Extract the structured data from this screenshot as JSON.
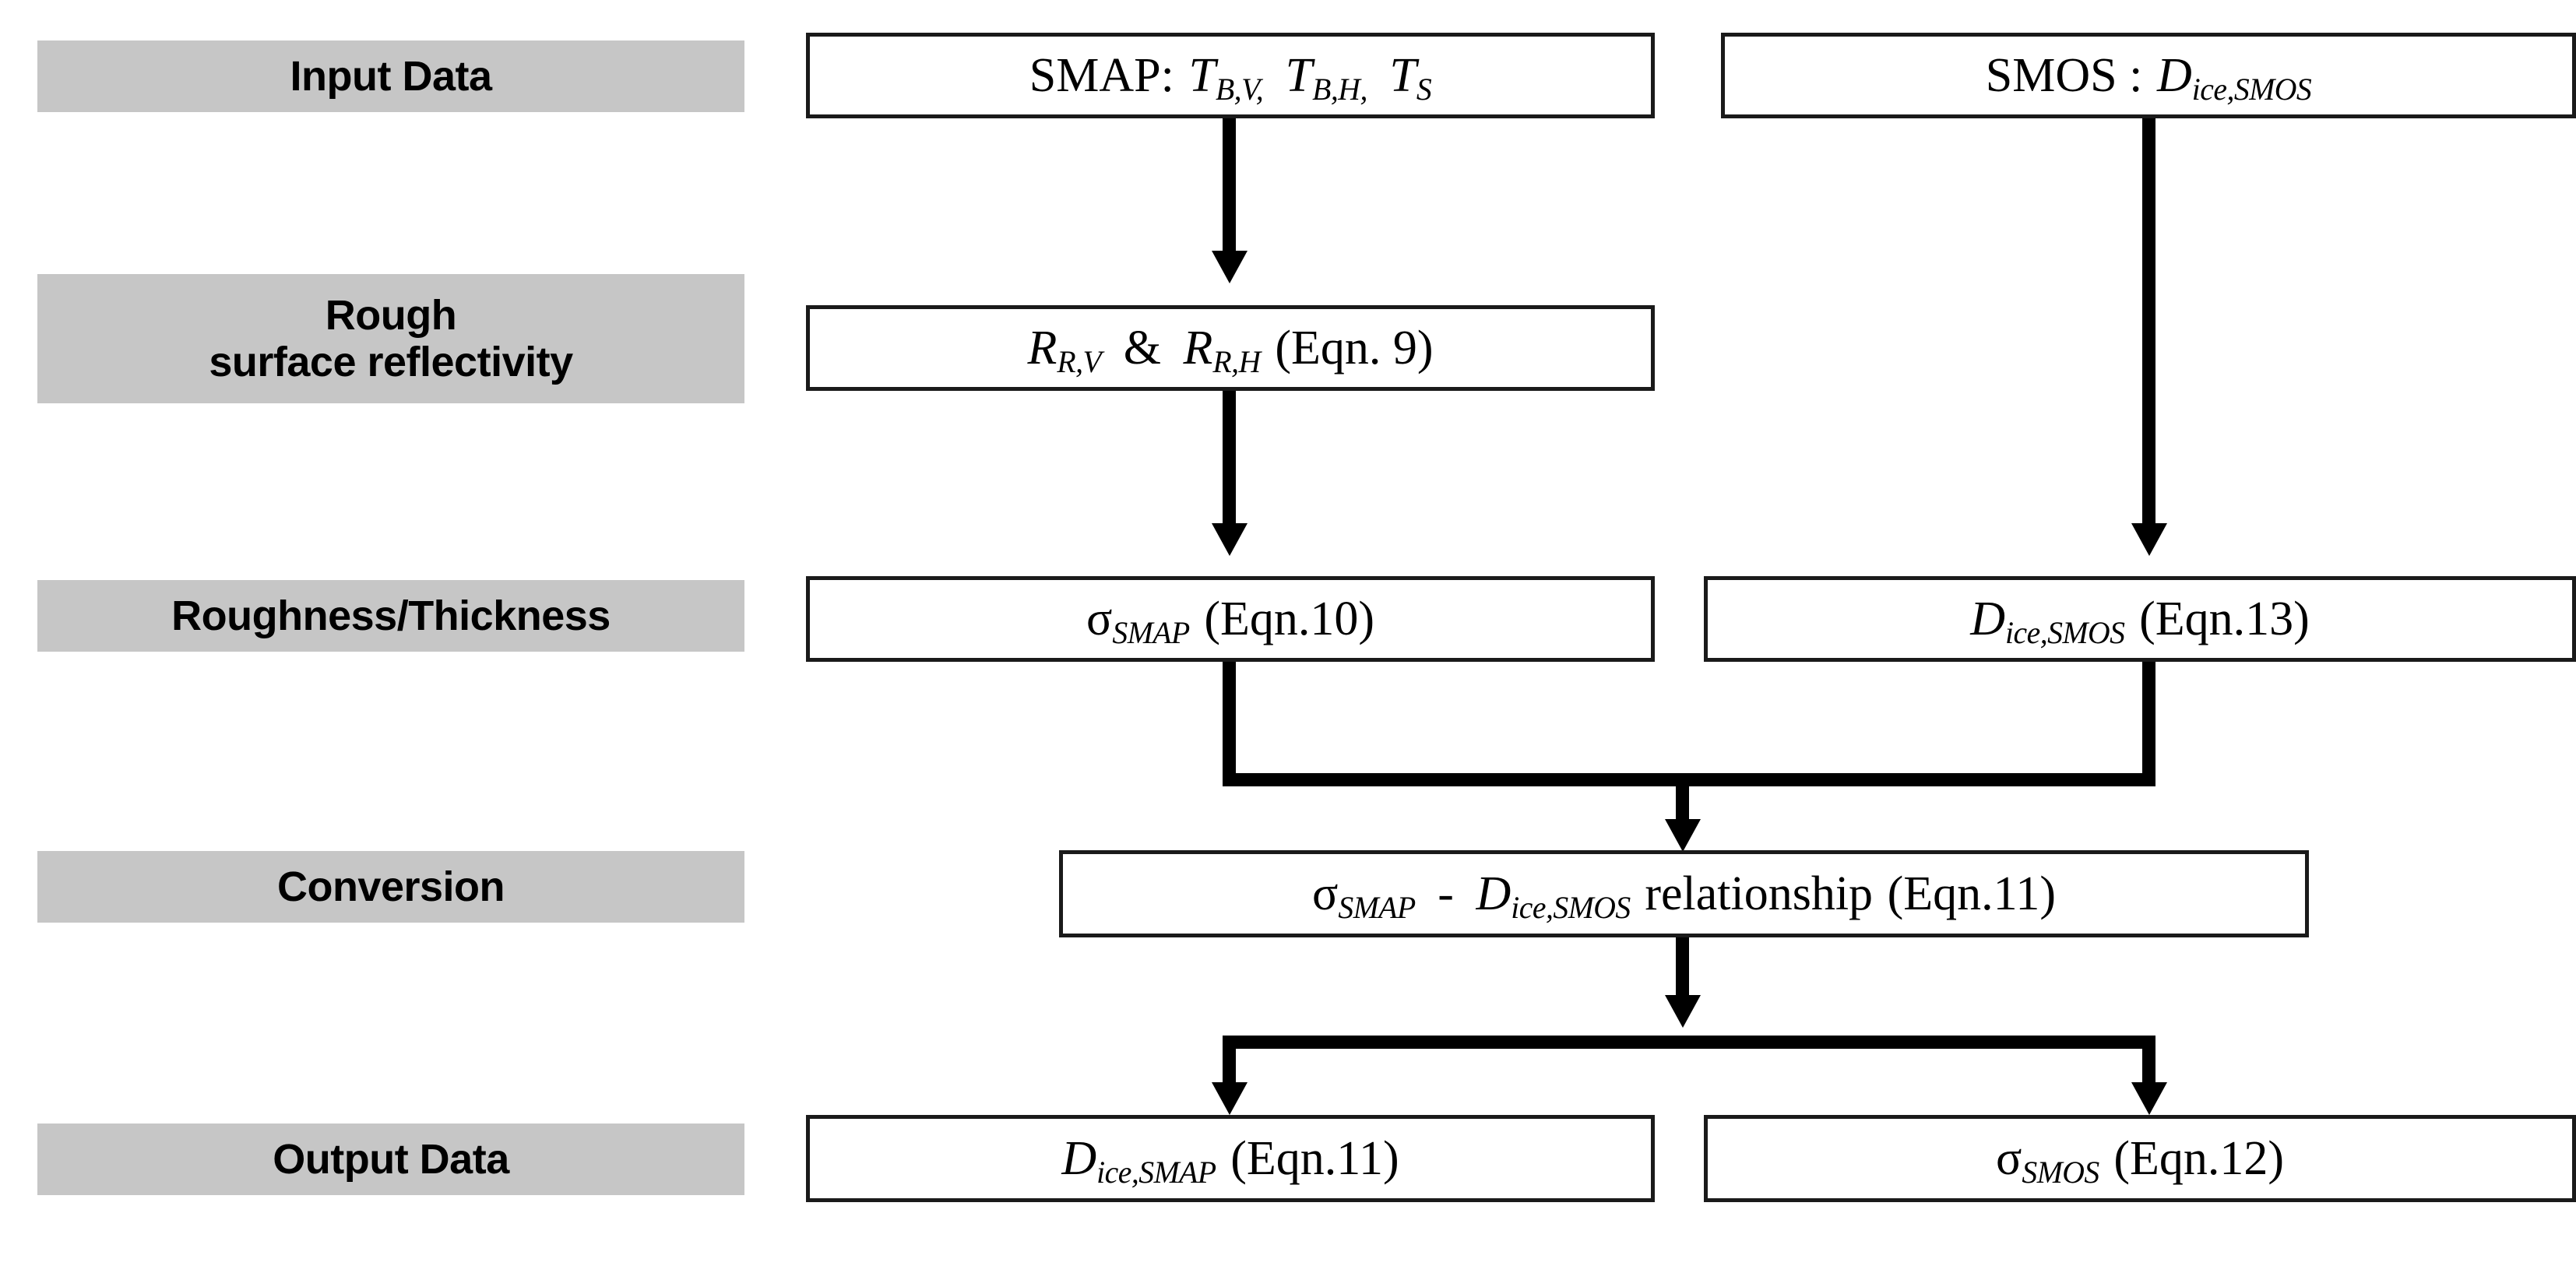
{
  "diagram": {
    "title": "SMAP/SMOS sea ice thickness and roughness retrieval flowchart",
    "stage_labels": [
      {
        "id": "input-data",
        "text": "Input Data"
      },
      {
        "id": "rough-surface-line1",
        "text": "Rough"
      },
      {
        "id": "rough-surface-line2",
        "text": "surface reflectivity"
      },
      {
        "id": "roughness-thickness",
        "text": "Roughness/Thickness"
      },
      {
        "id": "conversion",
        "text": "Conversion"
      },
      {
        "id": "output-data",
        "text": "Output Data"
      }
    ],
    "nodes": {
      "smap_input": {
        "label": "SMAP: T_B,V,  T_B,H,  T_S",
        "parts": {
          "prefix": "SMAP:",
          "v1": "T",
          "v1sub": "B,V,",
          "v2": "T",
          "v2sub": "B,H,",
          "v3": "T",
          "v3sub": "S"
        }
      },
      "smos_input": {
        "label": "SMOS : D_ice,SMOS",
        "parts": {
          "prefix": "SMOS :",
          "v1": "D",
          "v1sub": "ice,SMOS"
        }
      },
      "reflectivity": {
        "label": "R_R,V &  R_R,H (Eqn. 9)",
        "parts": {
          "v1": "R",
          "v1sub": "R,V",
          "amp": "&",
          "v2": "R",
          "v2sub": "R,H",
          "eqn": "(Eqn. 9)"
        }
      },
      "sigma_smap": {
        "label": "σ_SMAP (Eqn.10)",
        "parts": {
          "v1": "σ",
          "v1sub": "SMAP",
          "eqn": "(Eqn.10)"
        }
      },
      "dice_smos": {
        "label": "D_ice,SMOS (Eqn.13)",
        "parts": {
          "v1": "D",
          "v1sub": "ice,SMOS",
          "eqn": "(Eqn.13)"
        }
      },
      "relationship": {
        "label": "σ_SMAP - D_ice,SMOS relationship (Eqn.11)",
        "parts": {
          "v1": "σ",
          "v1sub": "SMAP",
          "dash": "-",
          "v2": "D",
          "v2sub": "ice,SMOS",
          "word": "relationship",
          "eqn": "(Eqn.11)"
        }
      },
      "dice_smap": {
        "label": "D_ice,SMAP (Eqn.11)",
        "parts": {
          "v1": "D",
          "v1sub": "ice,SMAP",
          "eqn": "(Eqn.11)"
        }
      },
      "sigma_smos": {
        "label": "σ_SMOS (Eqn.12)",
        "parts": {
          "v1": "σ",
          "v1sub": "SMOS",
          "eqn": "(Eqn.12)"
        }
      }
    },
    "connectors": [
      {
        "id": "smap-to-reflectivity",
        "from": "smap_input",
        "to": "reflectivity",
        "type": "straight-down"
      },
      {
        "id": "smos-to-dice",
        "from": "smos_input",
        "to": "dice_smos",
        "type": "straight-down"
      },
      {
        "id": "reflectivity-to-sigma",
        "from": "reflectivity",
        "to": "sigma_smap",
        "type": "straight-down"
      },
      {
        "id": "merge-to-relationship",
        "from": "sigma_smap + dice_smos",
        "to": "relationship",
        "type": "merge"
      },
      {
        "id": "relationship-to-outputs",
        "from": "relationship",
        "to": "dice_smap + sigma_smos",
        "type": "split"
      }
    ],
    "colors": {
      "stage_label_background": "#c6c6c6",
      "box_border": "#1a1a1a",
      "connector": "#000000",
      "text": "#000000",
      "page_background": "#ffffff"
    }
  }
}
